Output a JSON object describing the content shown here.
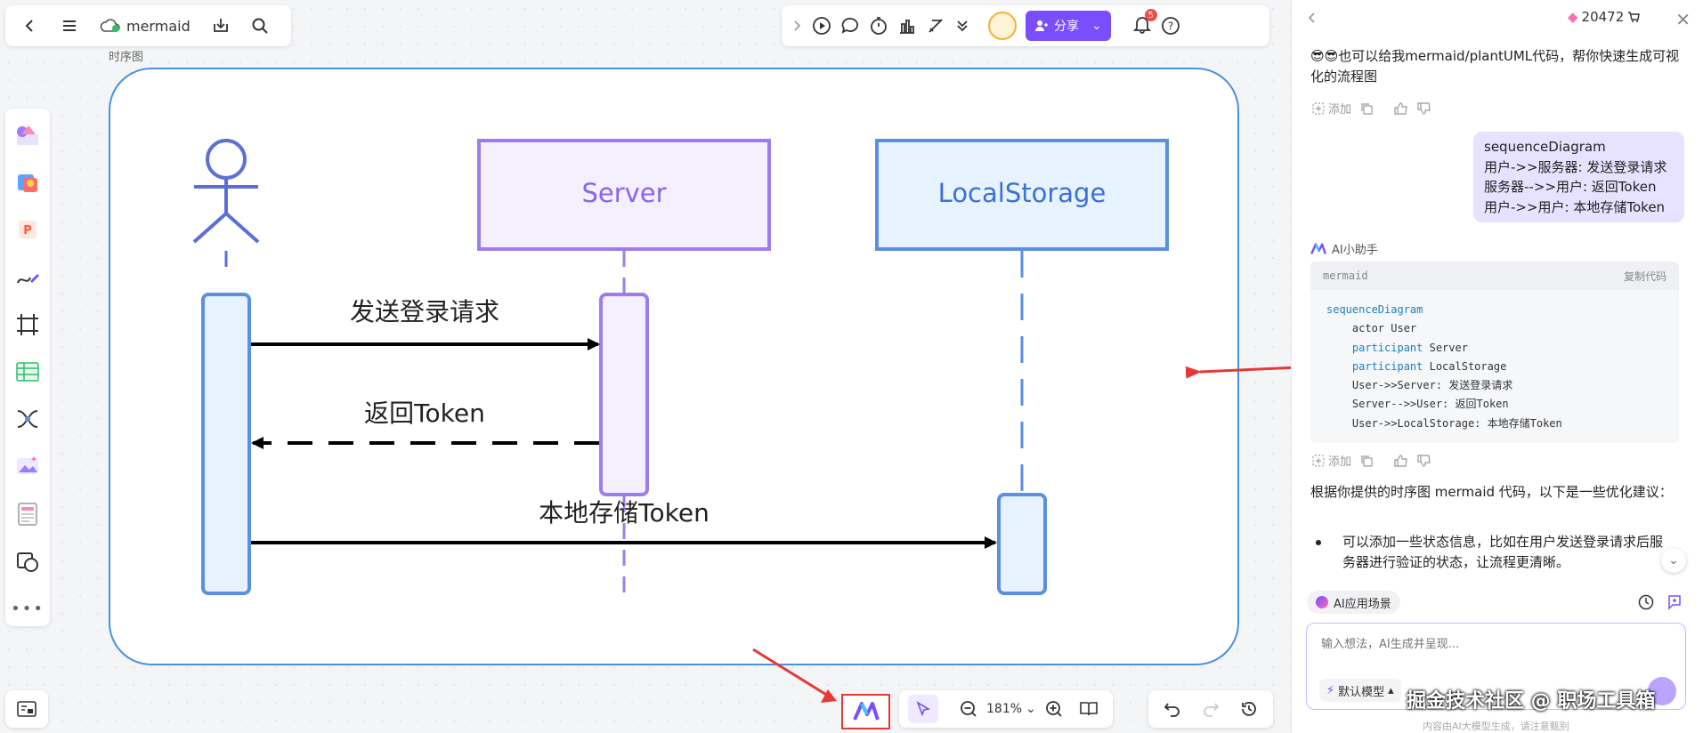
{
  "toolbar": {
    "doc_name": "mermaid"
  },
  "toolbar_right": {
    "share_label": "分享",
    "notification_count": "5"
  },
  "frame": {
    "label": "时序图"
  },
  "diagram": {
    "participants": [
      "Server",
      "LocalStorage"
    ],
    "messages": [
      {
        "text": "发送登录请求"
      },
      {
        "text": "返回Token"
      },
      {
        "text": "本地存储Token"
      }
    ]
  },
  "bottom": {
    "zoom": "181%"
  },
  "panel": {
    "coins": "20472",
    "intro": "😎😎也可以给我mermaid/plantUML代码，帮你快速生成可视化的流程图",
    "add_label": "添加",
    "user_message": [
      "sequenceDiagram",
      "用户->>服务器: 发送登录请求",
      "服务器-->>用户: 返回Token",
      "用户->>用户: 本地存储Token"
    ],
    "ai_name": "AI小助手",
    "code_lang": "mermaid",
    "copy_label": "复制代码",
    "code_lines": [
      {
        "kw": "sequenceDiagram",
        "rest": ""
      },
      {
        "kw": "",
        "rest": "    actor User"
      },
      {
        "kw": "    participant",
        "rest": " Server"
      },
      {
        "kw": "    participant",
        "rest": " LocalStorage"
      },
      {
        "kw": "",
        "rest": "    User->>Server: 发送登录请求"
      },
      {
        "kw": "",
        "rest": "    Server-->>User: 返回Token"
      },
      {
        "kw": "",
        "rest": "    User->>LocalStorage: 本地存储Token"
      }
    ],
    "reply_intro": "根据你提供的时序图 mermaid 代码，以下是一些优化建议：",
    "bullets": [
      "可以添加一些状态信息，比如在用户发送登录请求后服务器进行验证的状态，让流程更清晰。"
    ],
    "scene_label": "AI应用场景",
    "input_placeholder": "输入想法，AI生成并呈现...",
    "model_label": "默认模型",
    "disclaimer": "内容由AI大模型生成，请注意甄别",
    "watermark": "掘金技术社区 @ 职场工具箱"
  },
  "colors": {
    "accent": "#7a4dff",
    "frame_border": "#4a90e2",
    "server_fill": "#f4f0ff",
    "server_stroke": "#9d7cf0",
    "storage_fill": "#e7f3ff",
    "storage_stroke": "#5b8fe0",
    "arrow_red": "#e53935"
  }
}
